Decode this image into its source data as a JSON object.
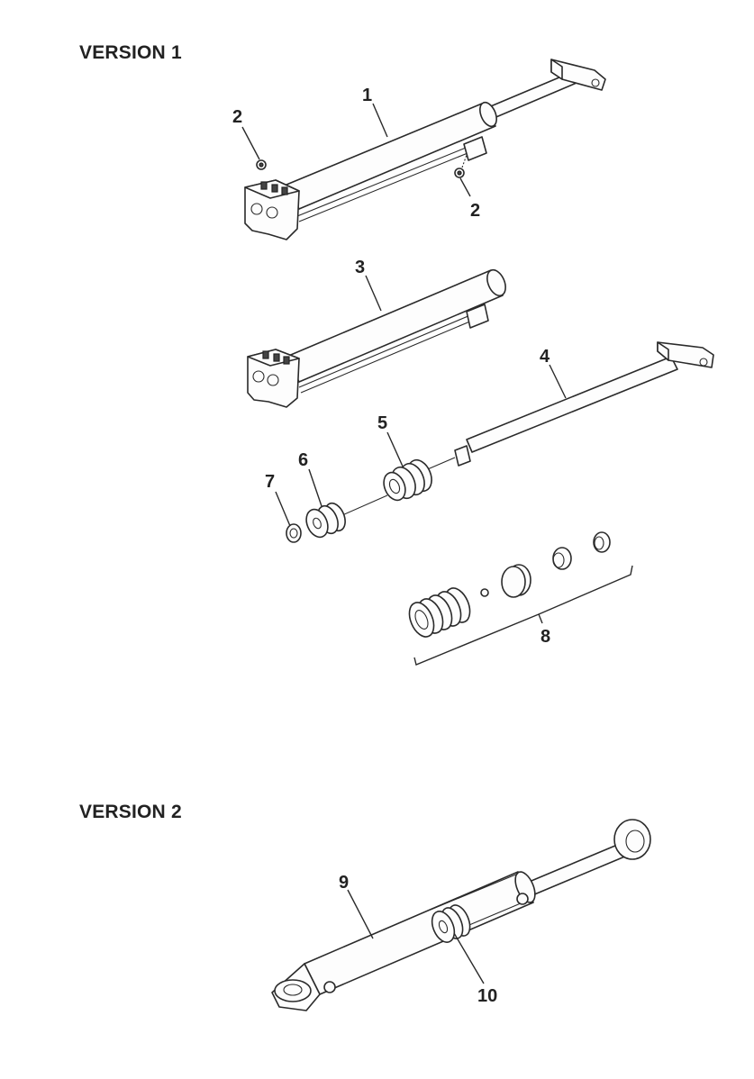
{
  "headings": {
    "version1": "VERSION 1",
    "version2": "VERSION 2"
  },
  "callouts": {
    "c1": "1",
    "c2a": "2",
    "c2b": "2",
    "c3": "3",
    "c4": "4",
    "c5": "5",
    "c6": "6",
    "c7": "7",
    "c8": "8",
    "c9": "9",
    "c10": "10"
  }
}
